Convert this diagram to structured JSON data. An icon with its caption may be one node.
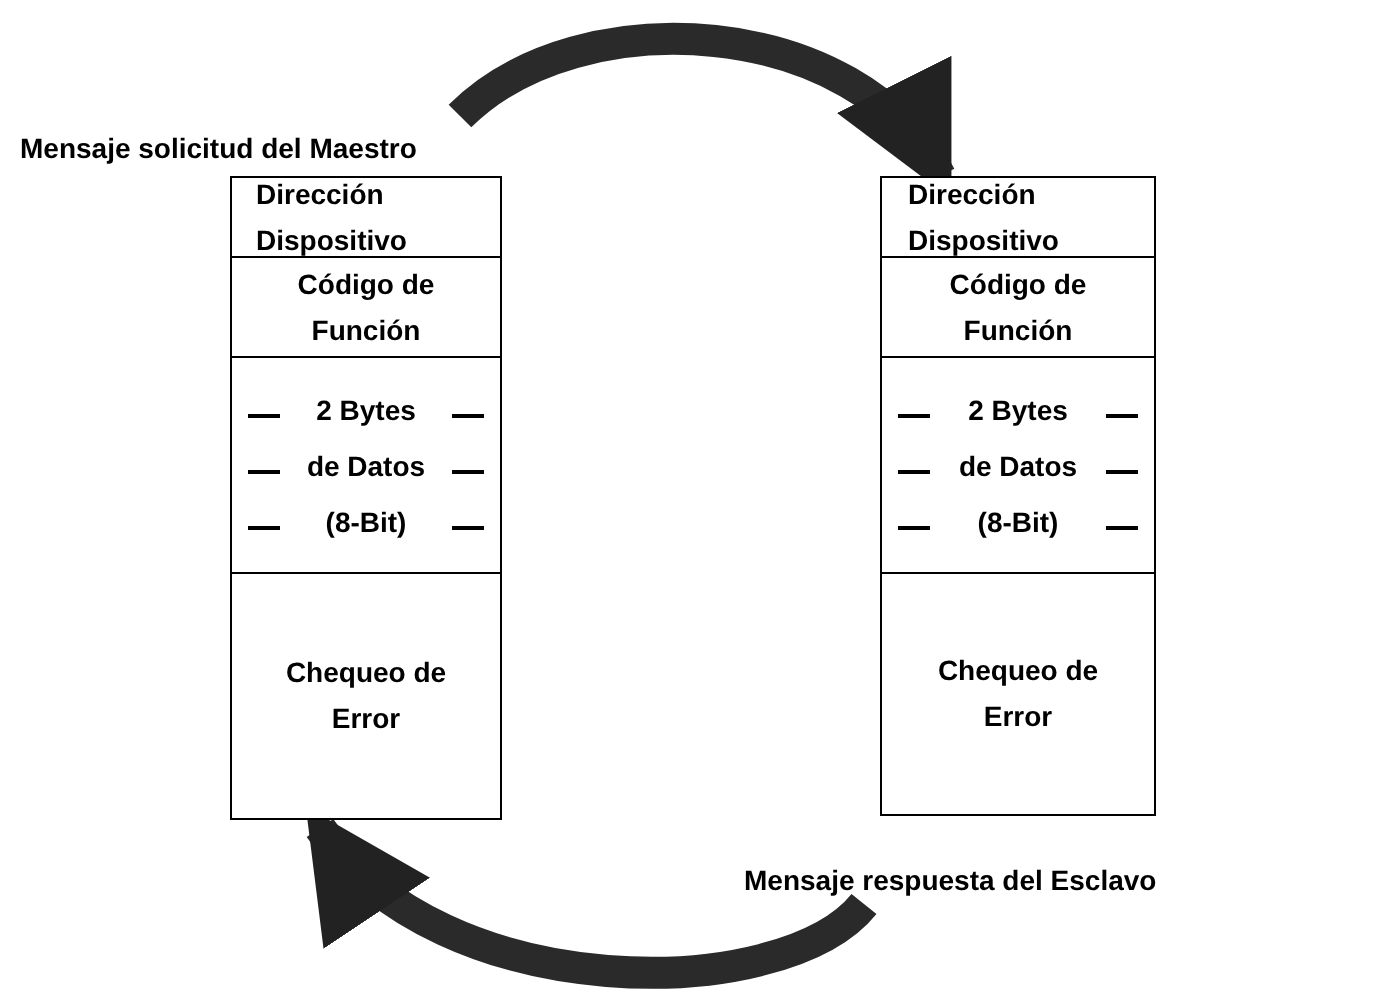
{
  "diagram": {
    "nodes": [
      {
        "text": [
          "Mensaje solicitud del Maestro"
        ]
      },
      {
        "text": [
          "Dirección Dispositivo"
        ],
        "in": 0
      },
      {
        "text": [
          "Código de Función"
        ],
        "in": 0
      },
      {
        "text": [
          "2 Bytes de Datos (8-Bit)"
        ],
        "in": 0
      },
      {
        "text": [
          "Chequeo de Error"
        ],
        "in": 0
      },
      {
        "text": [
          "Mensaje respuesta del Esclavo"
        ]
      },
      {
        "text": [
          "Dirección Dispositivo"
        ],
        "in": 5
      },
      {
        "text": [
          "Código de Función"
        ],
        "in": 5
      },
      {
        "text": [
          "2 Bytes de Datos (8-Bit)"
        ],
        "in": 5
      },
      {
        "text": [
          "Chequeo de Error"
        ],
        "in": 5
      }
    ],
    "edges": [
      {
        "from": 0,
        "to": 5,
        "arrow": "to"
      },
      {
        "from": 5,
        "to": 0,
        "arrow": "to"
      }
    ]
  }
}
